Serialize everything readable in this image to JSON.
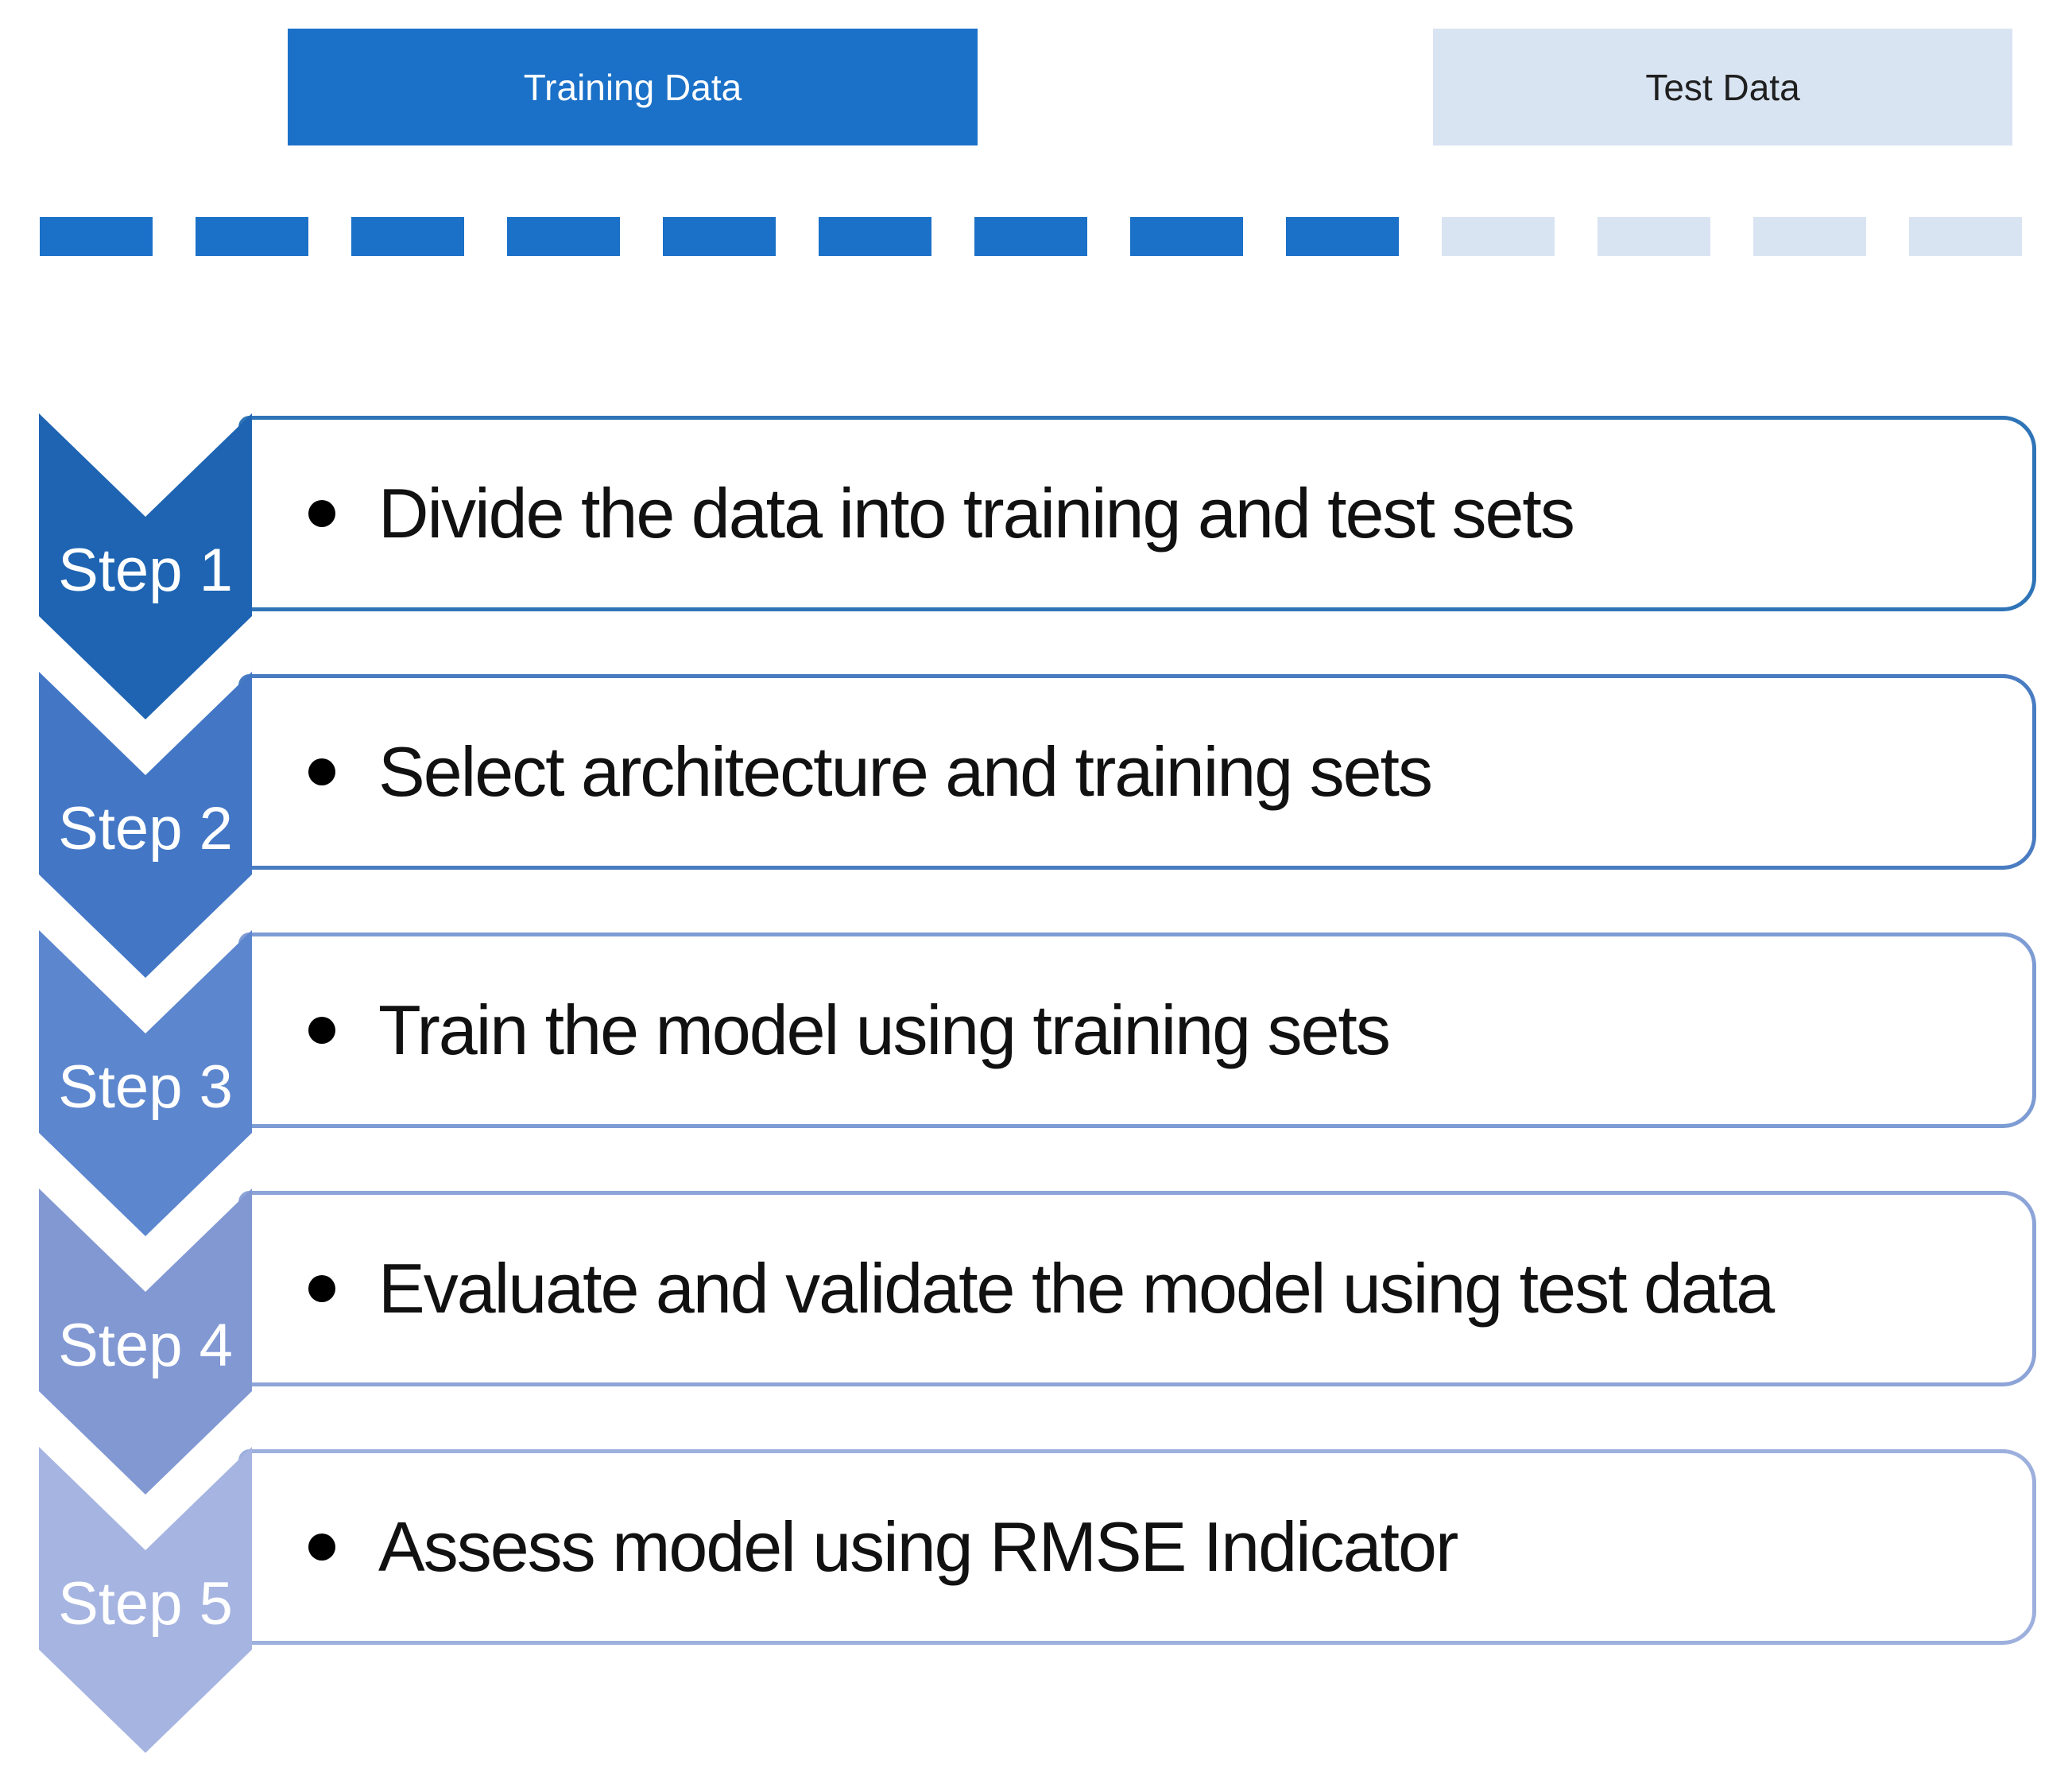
{
  "header": {
    "training_label": "Training Data",
    "test_label": "Test Data"
  },
  "divider": {
    "dark_dash_count": 9,
    "light_dash_count": 4
  },
  "colors": {
    "background": "#ffffff",
    "training_fill": "#1b71c8",
    "training_text": "#ffffff",
    "test_fill": "#d9e4f2",
    "test_text": "#1f1f1f",
    "dash_dark": "#1b71c8",
    "dash_light": "#d9e4f2",
    "bullet": "#000000",
    "step_text": "#111111"
  },
  "steps": [
    {
      "label": "Step 1",
      "text": "Divide the data into training and test sets",
      "chevron_color": "#1e64b2",
      "box_border_color": "#2e74b7",
      "label_color": "#ffffff"
    },
    {
      "label": "Step 2",
      "text": "Select architecture and training sets",
      "chevron_color": "#4377c6",
      "box_border_color": "#4a7cc2",
      "label_color": "#ffffff"
    },
    {
      "label": "Step 3",
      "text": "Train the model using training sets",
      "chevron_color": "#5c86ce",
      "box_border_color": "#7d9cd4",
      "label_color": "#ffffff"
    },
    {
      "label": "Step 4",
      "text": "Evaluate and validate  the model using test data",
      "chevron_color": "#8198d3",
      "box_border_color": "#8da4d8",
      "label_color": "#ffffff"
    },
    {
      "label": "Step 5",
      "text": "Assess model using RMSE Indicator",
      "chevron_color": "#a6b4e1",
      "box_border_color": "#9db0dd",
      "label_color": "#ffffff"
    }
  ]
}
